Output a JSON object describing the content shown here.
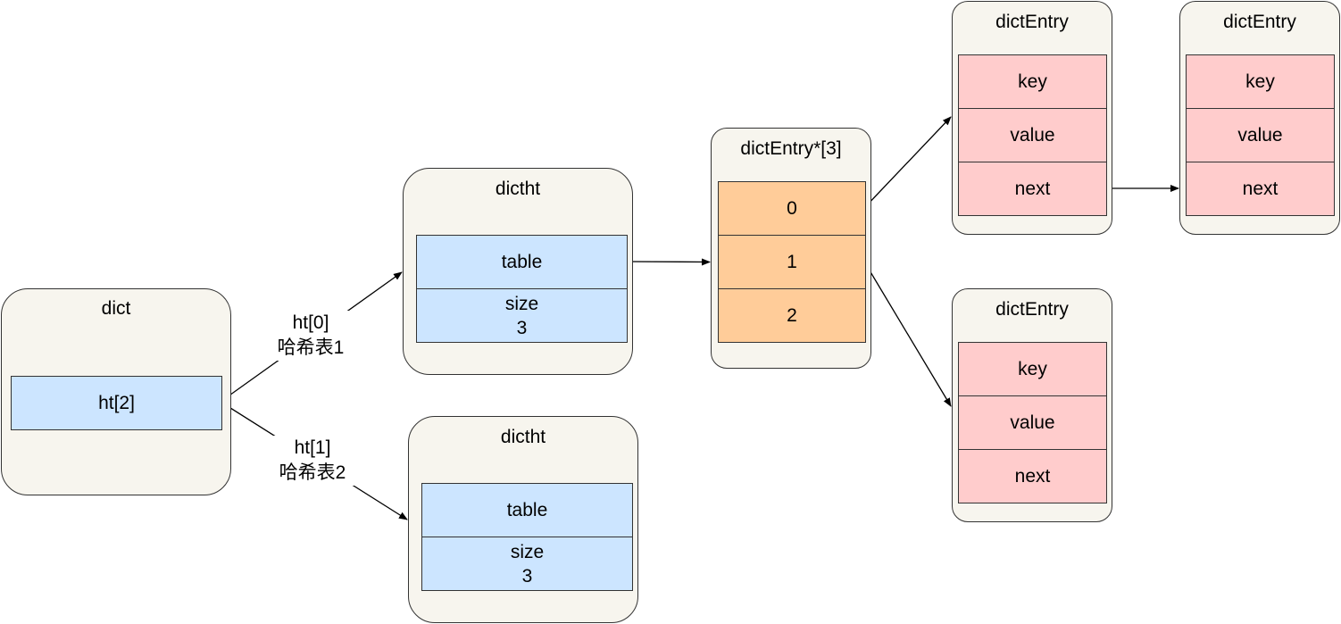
{
  "dict": {
    "title": "dict",
    "field": "ht[2]"
  },
  "dictht_0": {
    "title": "dictht",
    "table": "table",
    "size": "size\n3"
  },
  "dictht_1": {
    "title": "dictht",
    "table": "table",
    "size": "size\n3"
  },
  "edges": {
    "ht0": "ht[0]\n哈希表1",
    "ht1": "ht[1]\n哈希表2"
  },
  "bucket_array": {
    "title": "dictEntry*[3]",
    "slots": [
      "0",
      "1",
      "2"
    ]
  },
  "entry_a": {
    "title": "dictEntry",
    "key": "key",
    "value": "value",
    "next": "next"
  },
  "entry_b": {
    "title": "dictEntry",
    "key": "key",
    "value": "value",
    "next": "next"
  },
  "entry_c": {
    "title": "dictEntry",
    "key": "key",
    "value": "value",
    "next": "next"
  }
}
